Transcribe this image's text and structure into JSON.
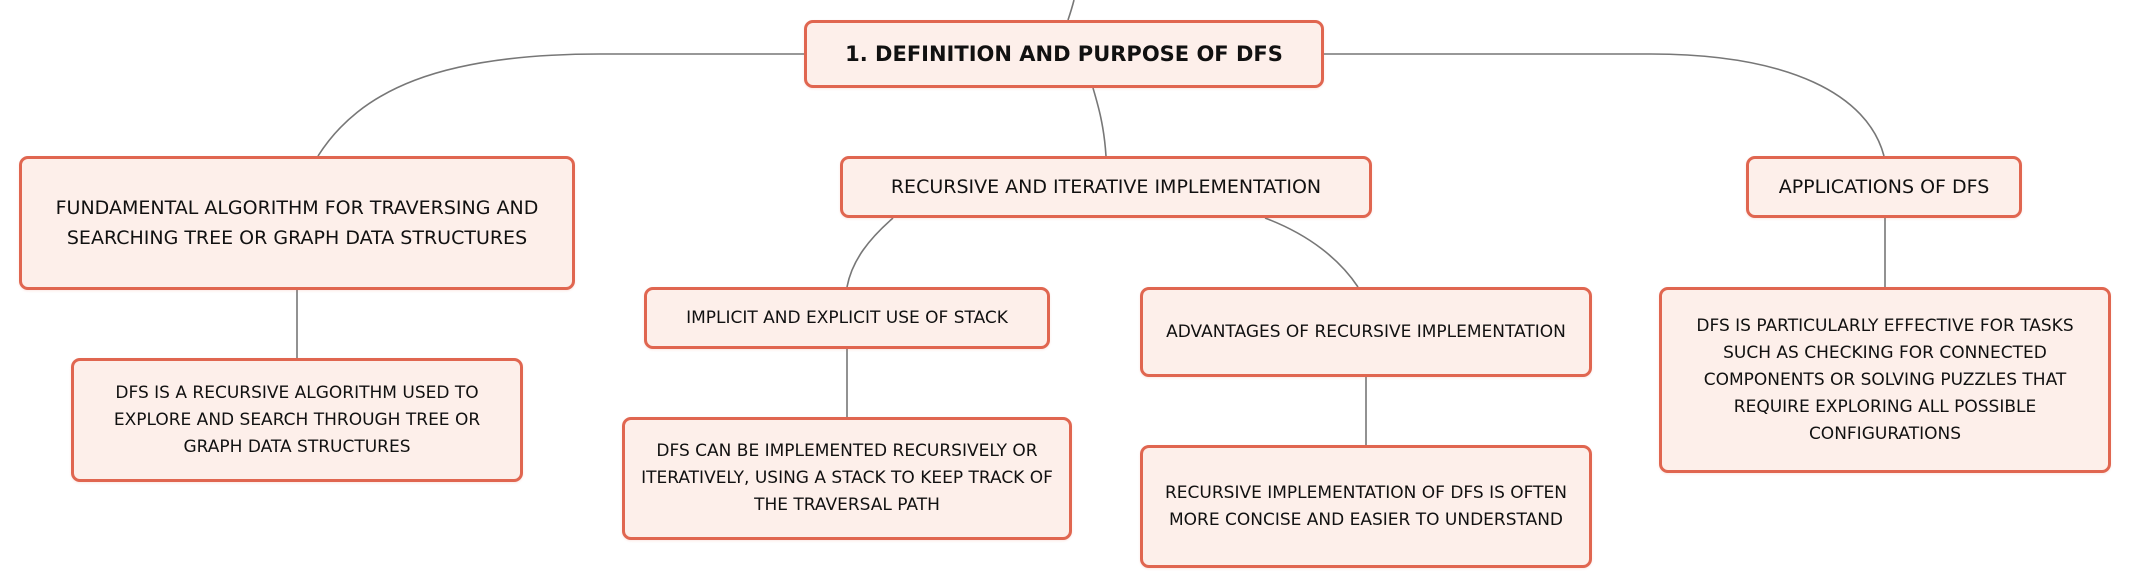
{
  "mindmap": {
    "root": {
      "label": "1. DEFINITION AND PURPOSE OF DFS"
    },
    "branches": [
      {
        "label": "FUNDAMENTAL ALGORITHM FOR TRAVERSING AND SEARCHING TREE OR GRAPH DATA STRUCTURES",
        "children": [
          {
            "label": "DFS IS A RECURSIVE ALGORITHM USED TO EXPLORE AND SEARCH THROUGH TREE OR GRAPH DATA STRUCTURES"
          }
        ]
      },
      {
        "label": "RECURSIVE AND ITERATIVE IMPLEMENTATION",
        "children": [
          {
            "label": "IMPLICIT AND EXPLICIT USE OF STACK",
            "children": [
              {
                "label": "DFS CAN BE IMPLEMENTED RECURSIVELY OR ITERATIVELY, USING A STACK TO KEEP TRACK OF THE TRAVERSAL PATH"
              }
            ]
          },
          {
            "label": "ADVANTAGES OF RECURSIVE IMPLEMENTATION",
            "children": [
              {
                "label": "RECURSIVE IMPLEMENTATION OF DFS IS OFTEN MORE CONCISE AND EASIER TO UNDERSTAND"
              }
            ]
          }
        ]
      },
      {
        "label": "APPLICATIONS OF DFS",
        "children": [
          {
            "label": "DFS IS PARTICULARLY EFFECTIVE FOR TASKS SUCH AS CHECKING FOR CONNECTED COMPONENTS OR SOLVING PUZZLES THAT REQUIRE EXPLORING ALL POSSIBLE CONFIGURATIONS"
          }
        ]
      }
    ]
  },
  "colors": {
    "node_fill": "#fdefea",
    "node_border": "#e06650",
    "connector": "#777777",
    "text": "#111111"
  }
}
